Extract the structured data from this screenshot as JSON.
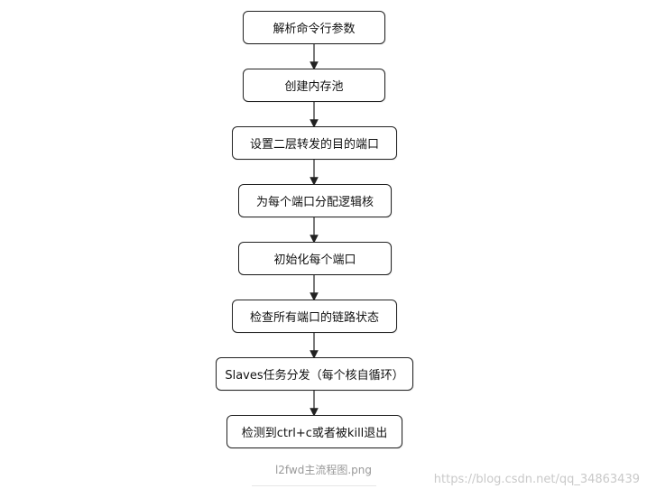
{
  "flowchart": {
    "steps": [
      "解析命令行参数",
      "创建内存池",
      "设置二层转发的目的端口",
      "为每个端口分配逻辑核",
      "初始化每个端口",
      "检查所有端口的链路状态",
      "Slaves任务分发（每个核自循环）",
      "检测到ctrl+c或者被kill退出"
    ]
  },
  "caption": "l2fwd主流程图.png",
  "watermark": "https://blog.csdn.net/qq_34863439"
}
